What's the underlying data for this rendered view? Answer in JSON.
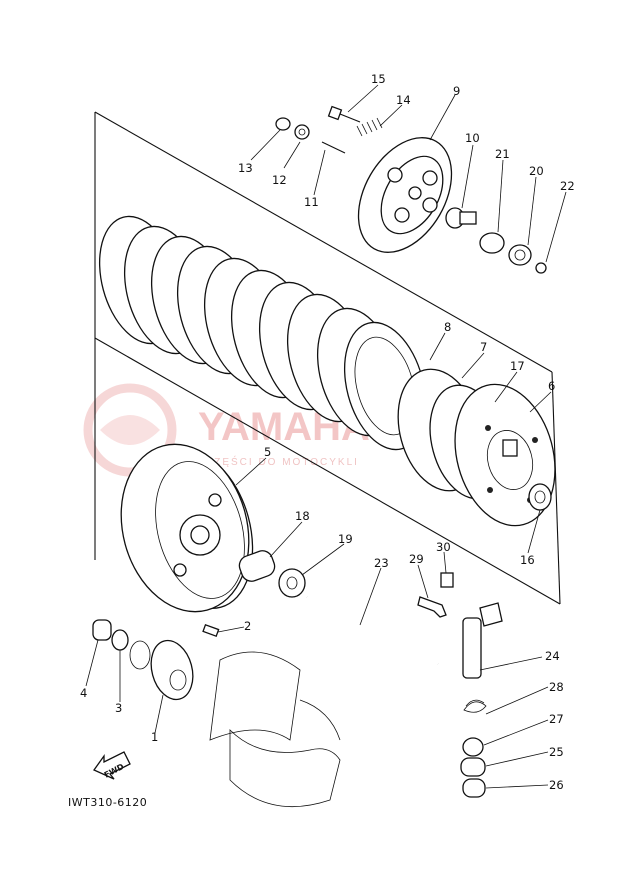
{
  "watermark": {
    "brand": "YAMAHA",
    "subtitle": "CZĘŚCI DO MOTOCYKLI",
    "color": "#f3c6c6"
  },
  "diagram": {
    "code": "IWT310-6120",
    "fwd_label": "FWD",
    "callouts": [
      {
        "id": "c1",
        "number": "1"
      },
      {
        "id": "c2",
        "number": "2"
      },
      {
        "id": "c3",
        "number": "3"
      },
      {
        "id": "c4",
        "number": "4"
      },
      {
        "id": "c5",
        "number": "5"
      },
      {
        "id": "c6",
        "number": "6"
      },
      {
        "id": "c7",
        "number": "7"
      },
      {
        "id": "c8",
        "number": "8"
      },
      {
        "id": "c9",
        "number": "9"
      },
      {
        "id": "c10",
        "number": "10"
      },
      {
        "id": "c11",
        "number": "11"
      },
      {
        "id": "c12",
        "number": "12"
      },
      {
        "id": "c13",
        "number": "13"
      },
      {
        "id": "c14",
        "number": "14"
      },
      {
        "id": "c15",
        "number": "15"
      },
      {
        "id": "c16",
        "number": "16"
      },
      {
        "id": "c17",
        "number": "17"
      },
      {
        "id": "c18",
        "number": "18"
      },
      {
        "id": "c19",
        "number": "19"
      },
      {
        "id": "c20",
        "number": "20"
      },
      {
        "id": "c21",
        "number": "21"
      },
      {
        "id": "c22",
        "number": "22"
      },
      {
        "id": "c23",
        "number": "23"
      },
      {
        "id": "c24",
        "number": "24"
      },
      {
        "id": "c25",
        "number": "25"
      },
      {
        "id": "c26",
        "number": "26"
      },
      {
        "id": "c27",
        "number": "27"
      },
      {
        "id": "c28",
        "number": "28"
      },
      {
        "id": "c29",
        "number": "29"
      },
      {
        "id": "c30",
        "number": "30"
      }
    ]
  }
}
